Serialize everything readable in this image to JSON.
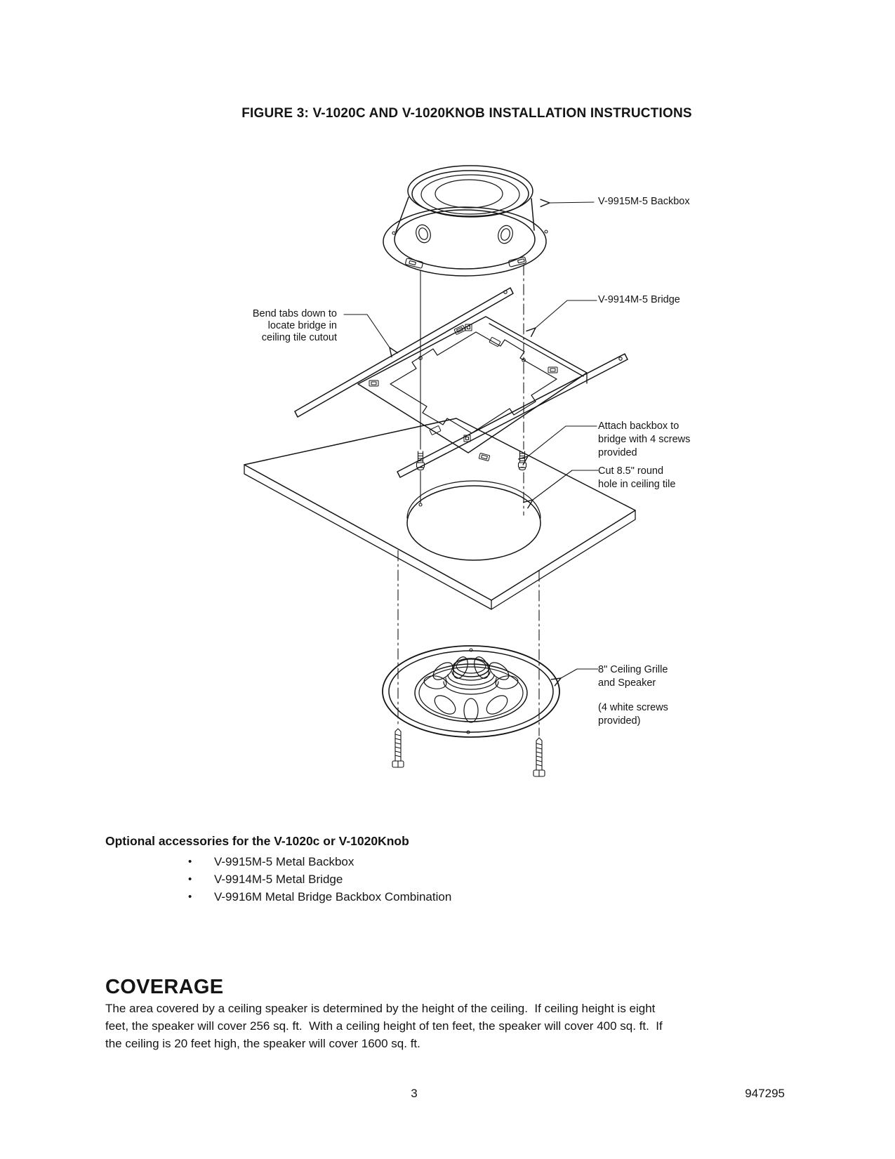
{
  "page": {
    "title": "FIGURE 3: V-1020C AND V-1020KNOB INSTALLATION INSTRUCTIONS",
    "footer": {
      "page_number": "3",
      "doc_number": "947295"
    }
  },
  "diagram": {
    "labels": {
      "backbox": "V-9915M-5 Backbox",
      "bridge": "V-9914M-5 Bridge",
      "bend_tabs": [
        "Bend tabs down to",
        "locate bridge in",
        "ceiling tile cutout"
      ],
      "attach": [
        "Attach backbox to",
        "bridge with 4 screws",
        "provided"
      ],
      "cut_hole": [
        "Cut 8.5\" round",
        "hole in ceiling tile"
      ],
      "grille": [
        "8\" Ceiling Grille",
        "and Speaker"
      ],
      "screws_note": [
        "(4 white screws",
        "provided)"
      ]
    }
  },
  "accessories": {
    "heading": "Optional accessories for the V-1020c or V-1020Knob",
    "bullet": "•",
    "items": [
      "V-9915M-5 Metal Backbox",
      "V-9914M-5 Metal Bridge",
      "V-9916M Metal Bridge Backbox Combination"
    ]
  },
  "coverage": {
    "heading": "COVERAGE",
    "lines": [
      "The area covered by a ceiling speaker is determined by the height of the ceiling.  If ceiling height is eight",
      "feet, the speaker will cover 256 sq. ft.  With a ceiling height of ten feet, the speaker will cover 400 sq. ft.  If",
      "the ceiling is 20 feet high, the speaker will cover 1600 sq. ft."
    ]
  },
  "colors": {
    "ink": "#141414",
    "paper": "#ffffff"
  }
}
